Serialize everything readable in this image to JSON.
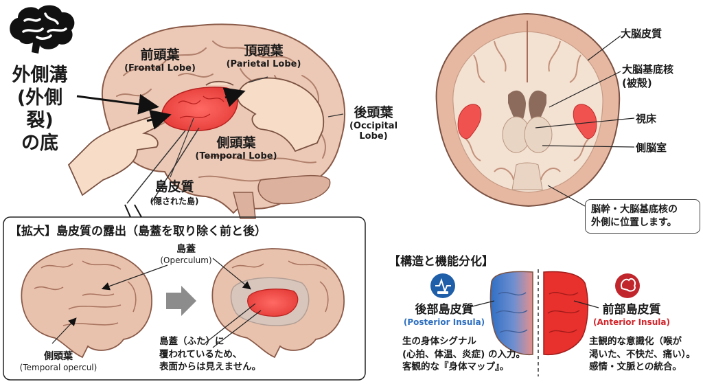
{
  "main": {
    "sulcus_label": [
      "外側溝",
      "(外側裂)",
      "の底"
    ],
    "frontal": {
      "jp": "前頭葉",
      "en": "(Frontal Lobe)"
    },
    "parietal": {
      "jp": "頂頭葉",
      "en": "(Parietal Lobe)"
    },
    "occipital": {
      "jp": "後頭葉",
      "en": [
        "(Occipital",
        "Lobe)"
      ]
    },
    "temporal": {
      "jp": "側頭葉",
      "en": "(Temporal Lobe)"
    },
    "insula": {
      "jp": "島皮質",
      "sub": "(隠された島)"
    }
  },
  "coronal": {
    "cortex": "大脳皮質",
    "basal_ganglia": [
      "大脳基底核",
      "(被殻)"
    ],
    "thalamus": "視床",
    "ventricle": "側脳室",
    "note": [
      "脳幹・大脳基底核の",
      "外側に位置します。"
    ]
  },
  "zoom": {
    "title": "【拡大】島皮質の露出（島蓋を取り除く前と後）",
    "operculum": {
      "jp": "島蓋",
      "en": "(Operculum)"
    },
    "temporal": {
      "jp": "側頭葉",
      "en": "(Temporal opercul)"
    },
    "caption": [
      "島蓋（ふた）に",
      "覆われているため、",
      "表面からは見えません。"
    ]
  },
  "function": {
    "title": "【構造と機能分化】",
    "posterior": {
      "jp": "後部島皮質",
      "en": "(Posterior Insula)",
      "color": "#2e6fc0",
      "desc": [
        "生の身体シグナル",
        "(心拍、体温、炎症) の入力。",
        "客観的な『身体マップ』。"
      ]
    },
    "anterior": {
      "jp": "前部島皮質",
      "en": "(Anterior Insula)",
      "color": "#d1252b",
      "desc": [
        "主観的な意識化（喉が",
        "渇いた、不快だ、痛い）。",
        "感情・文脈との統合。"
      ]
    }
  },
  "colors": {
    "insula_red": "#f2514f",
    "brain_tan": "#e9c4b0",
    "blue": "#2e6fc0",
    "red": "#d1252b"
  }
}
